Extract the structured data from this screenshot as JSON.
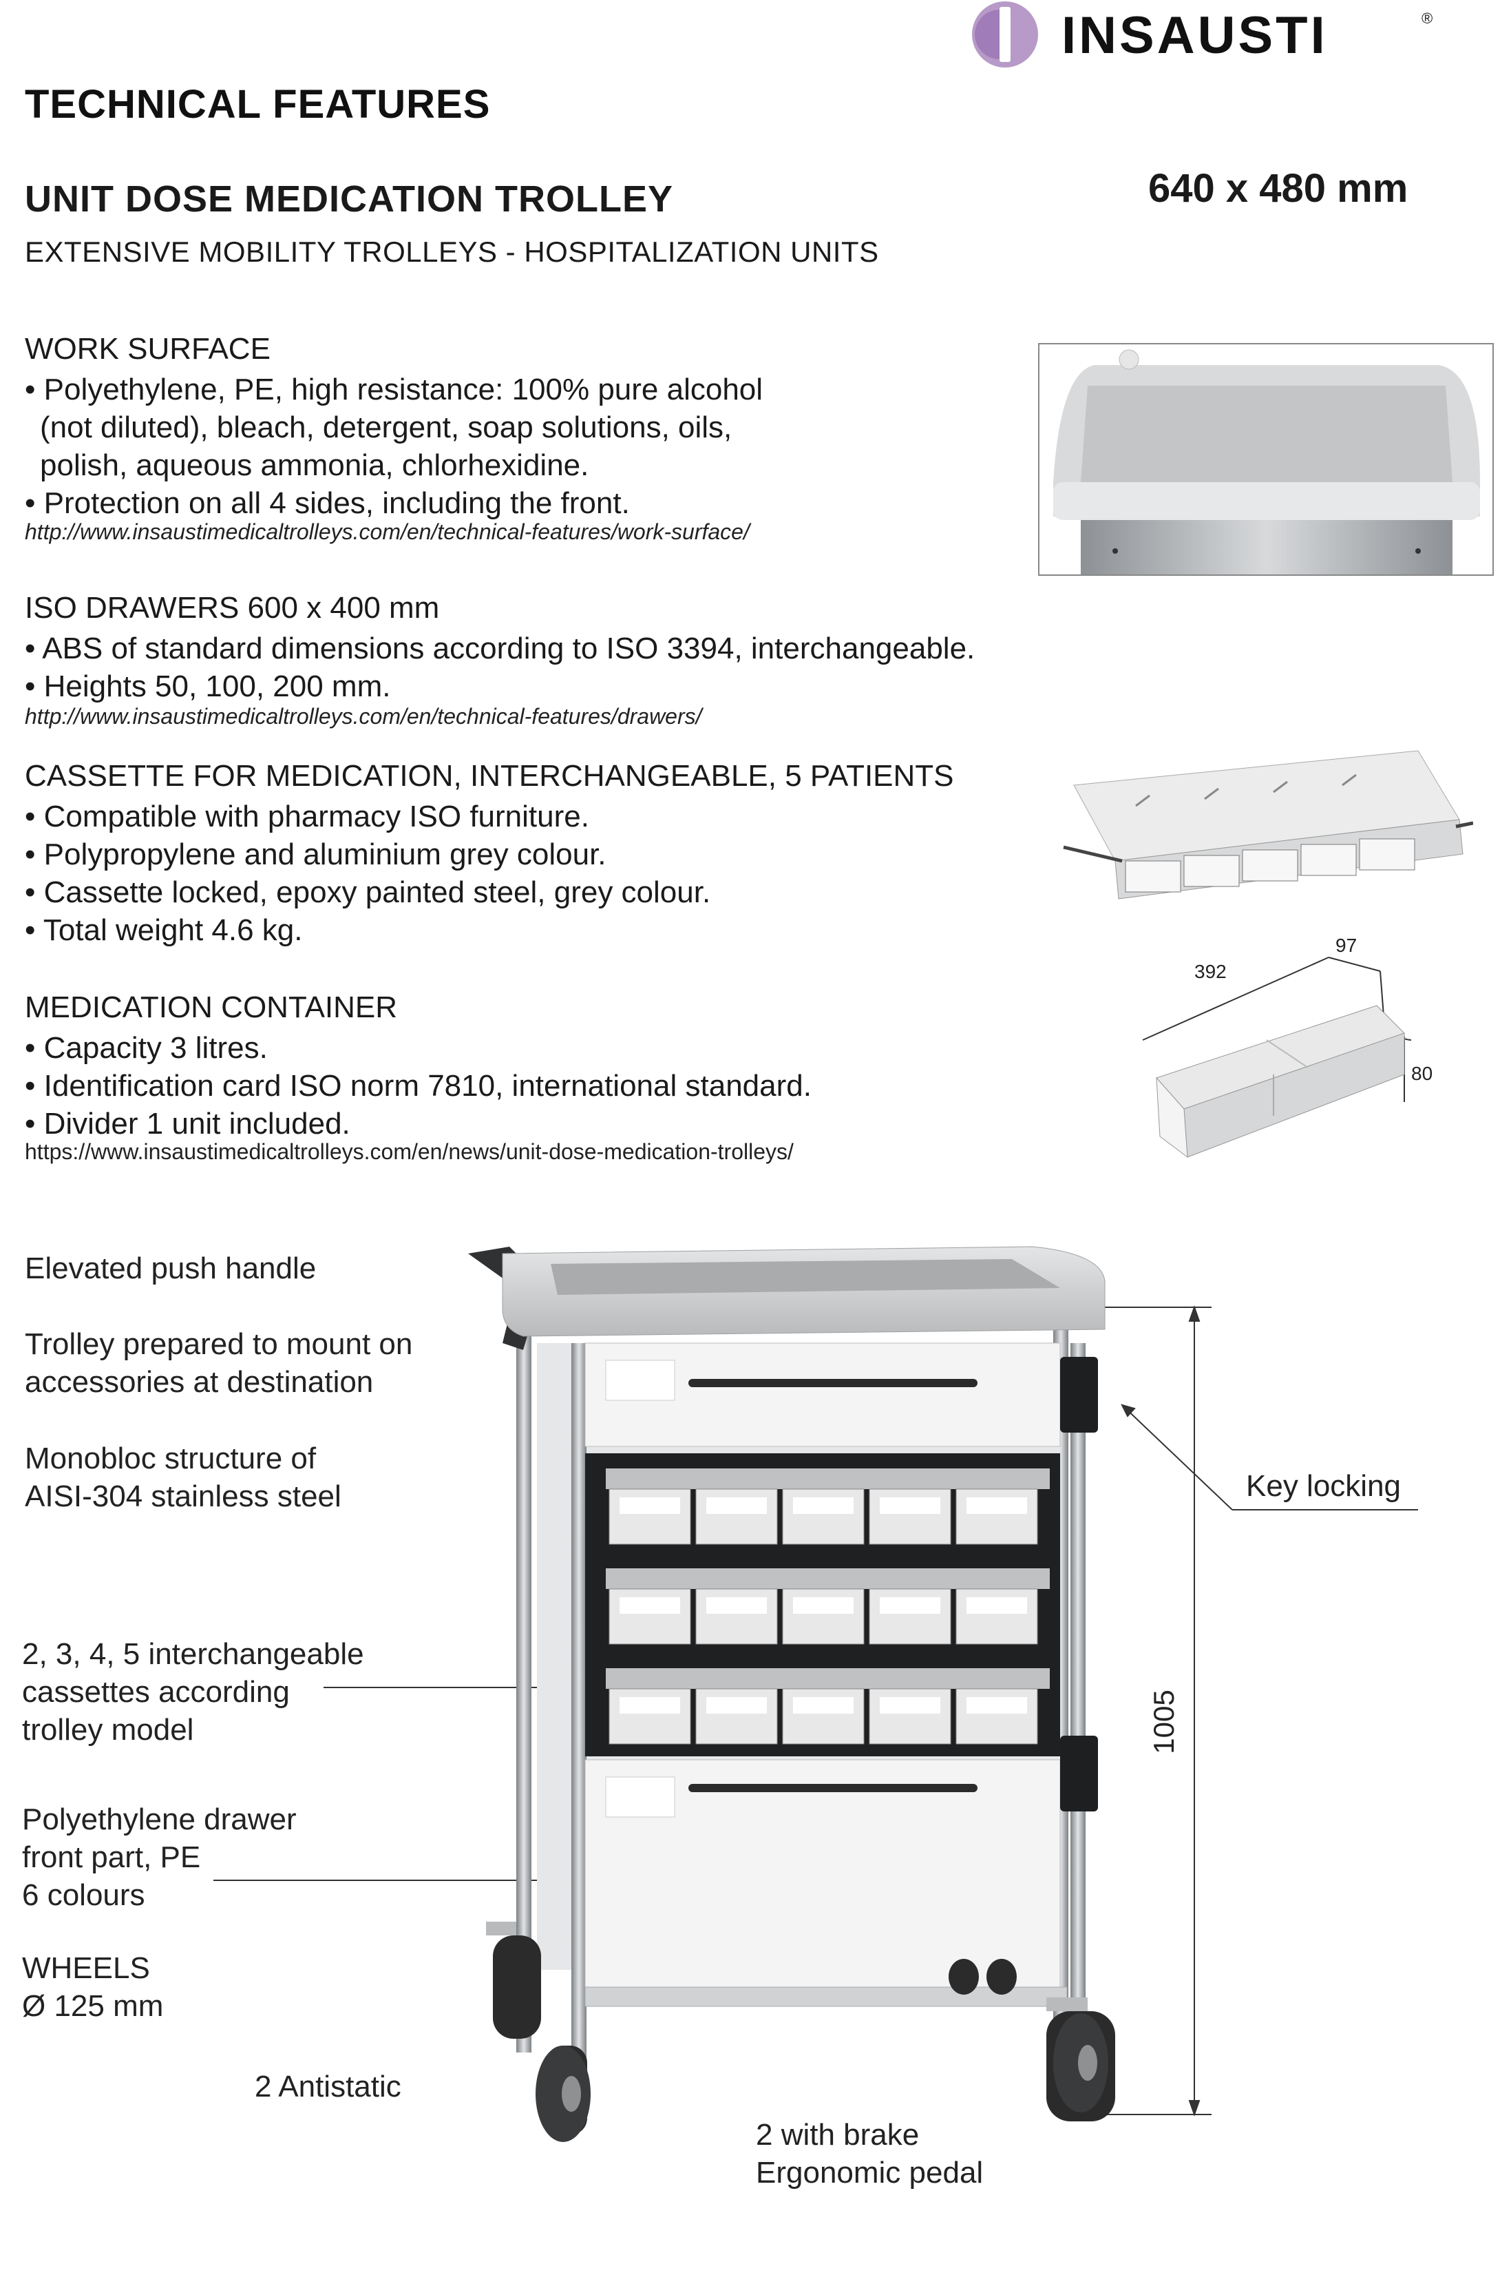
{
  "brand": {
    "name": "INSAUSTI",
    "registered": "®"
  },
  "header": {
    "title": "TECHNICAL FEATURES",
    "product": "UNIT DOSE MEDICATION TROLLEY",
    "dimensions": "640 x 480 mm",
    "subtitle": "EXTENSIVE MOBILITY TROLLEYS - HOSPITALIZATION UNITS"
  },
  "sections": {
    "work_surface": {
      "title": "WORK SURFACE",
      "lines": [
        "• Polyethylene, PE, high resistance: 100% pure alcohol",
        "(not diluted), bleach, detergent, soap solutions, oils,",
        "polish, aqueous ammonia, chlorhexidine.",
        "• Protection on all 4 sides, including the front."
      ],
      "url": "http://www.insaustimedicaltrolleys.com/en/technical-features/work-surface/"
    },
    "iso_drawers": {
      "title": "ISO DRAWERS 600 x 400 mm",
      "lines": [
        "• ABS of standard dimensions according to ISO 3394, interchangeable.",
        "• Heights 50, 100, 200 mm."
      ],
      "url": "http://www.insaustimedicaltrolleys.com/en/technical-features/drawers/"
    },
    "cassette": {
      "title": "CASSETTE FOR MEDICATION, INTERCHANGEABLE, 5 PATIENTS",
      "lines": [
        "• Compatible with pharmacy ISO furniture.",
        "• Polypropylene and aluminium grey colour.",
        "• Cassette locked, epoxy painted steel, grey colour.",
        "• Total weight 4.6 kg."
      ]
    },
    "container": {
      "title": "MEDICATION CONTAINER",
      "lines": [
        "• Capacity 3 litres.",
        "• Identification card ISO norm 7810, international standard.",
        "• Divider 1 unit included."
      ],
      "url": "https://www.insaustimedicaltrolleys.com/en/news/unit-dose-medication-trolleys/",
      "dims": {
        "length": "392",
        "width": "97",
        "height": "80"
      }
    }
  },
  "trolley_labels": {
    "handle": "Elevated push handle",
    "accessories": [
      "Trolley prepared to mount on",
      "accessories at destination"
    ],
    "structure": [
      "Monobloc structure of",
      "AISI-304 stainless steel"
    ],
    "cassettes": [
      "2, 3, 4, 5 interchangeable",
      "cassettes according",
      "trolley model"
    ],
    "drawer_front": [
      "Polyethylene drawer",
      "front part, PE",
      "6 colours"
    ],
    "wheels_title": "WHEELS",
    "wheels_size": "Ø 125 mm",
    "antistatic": "2 Antistatic",
    "brake": [
      "2 with brake",
      "Ergonomic pedal"
    ],
    "key_locking": "Key locking",
    "height": "1005"
  },
  "colors": {
    "logo_purple": "#b79ac8",
    "trolley_grey": "#c9cbcd",
    "drawer_white": "#f4f4f4",
    "dark": "#2b2b2b"
  }
}
